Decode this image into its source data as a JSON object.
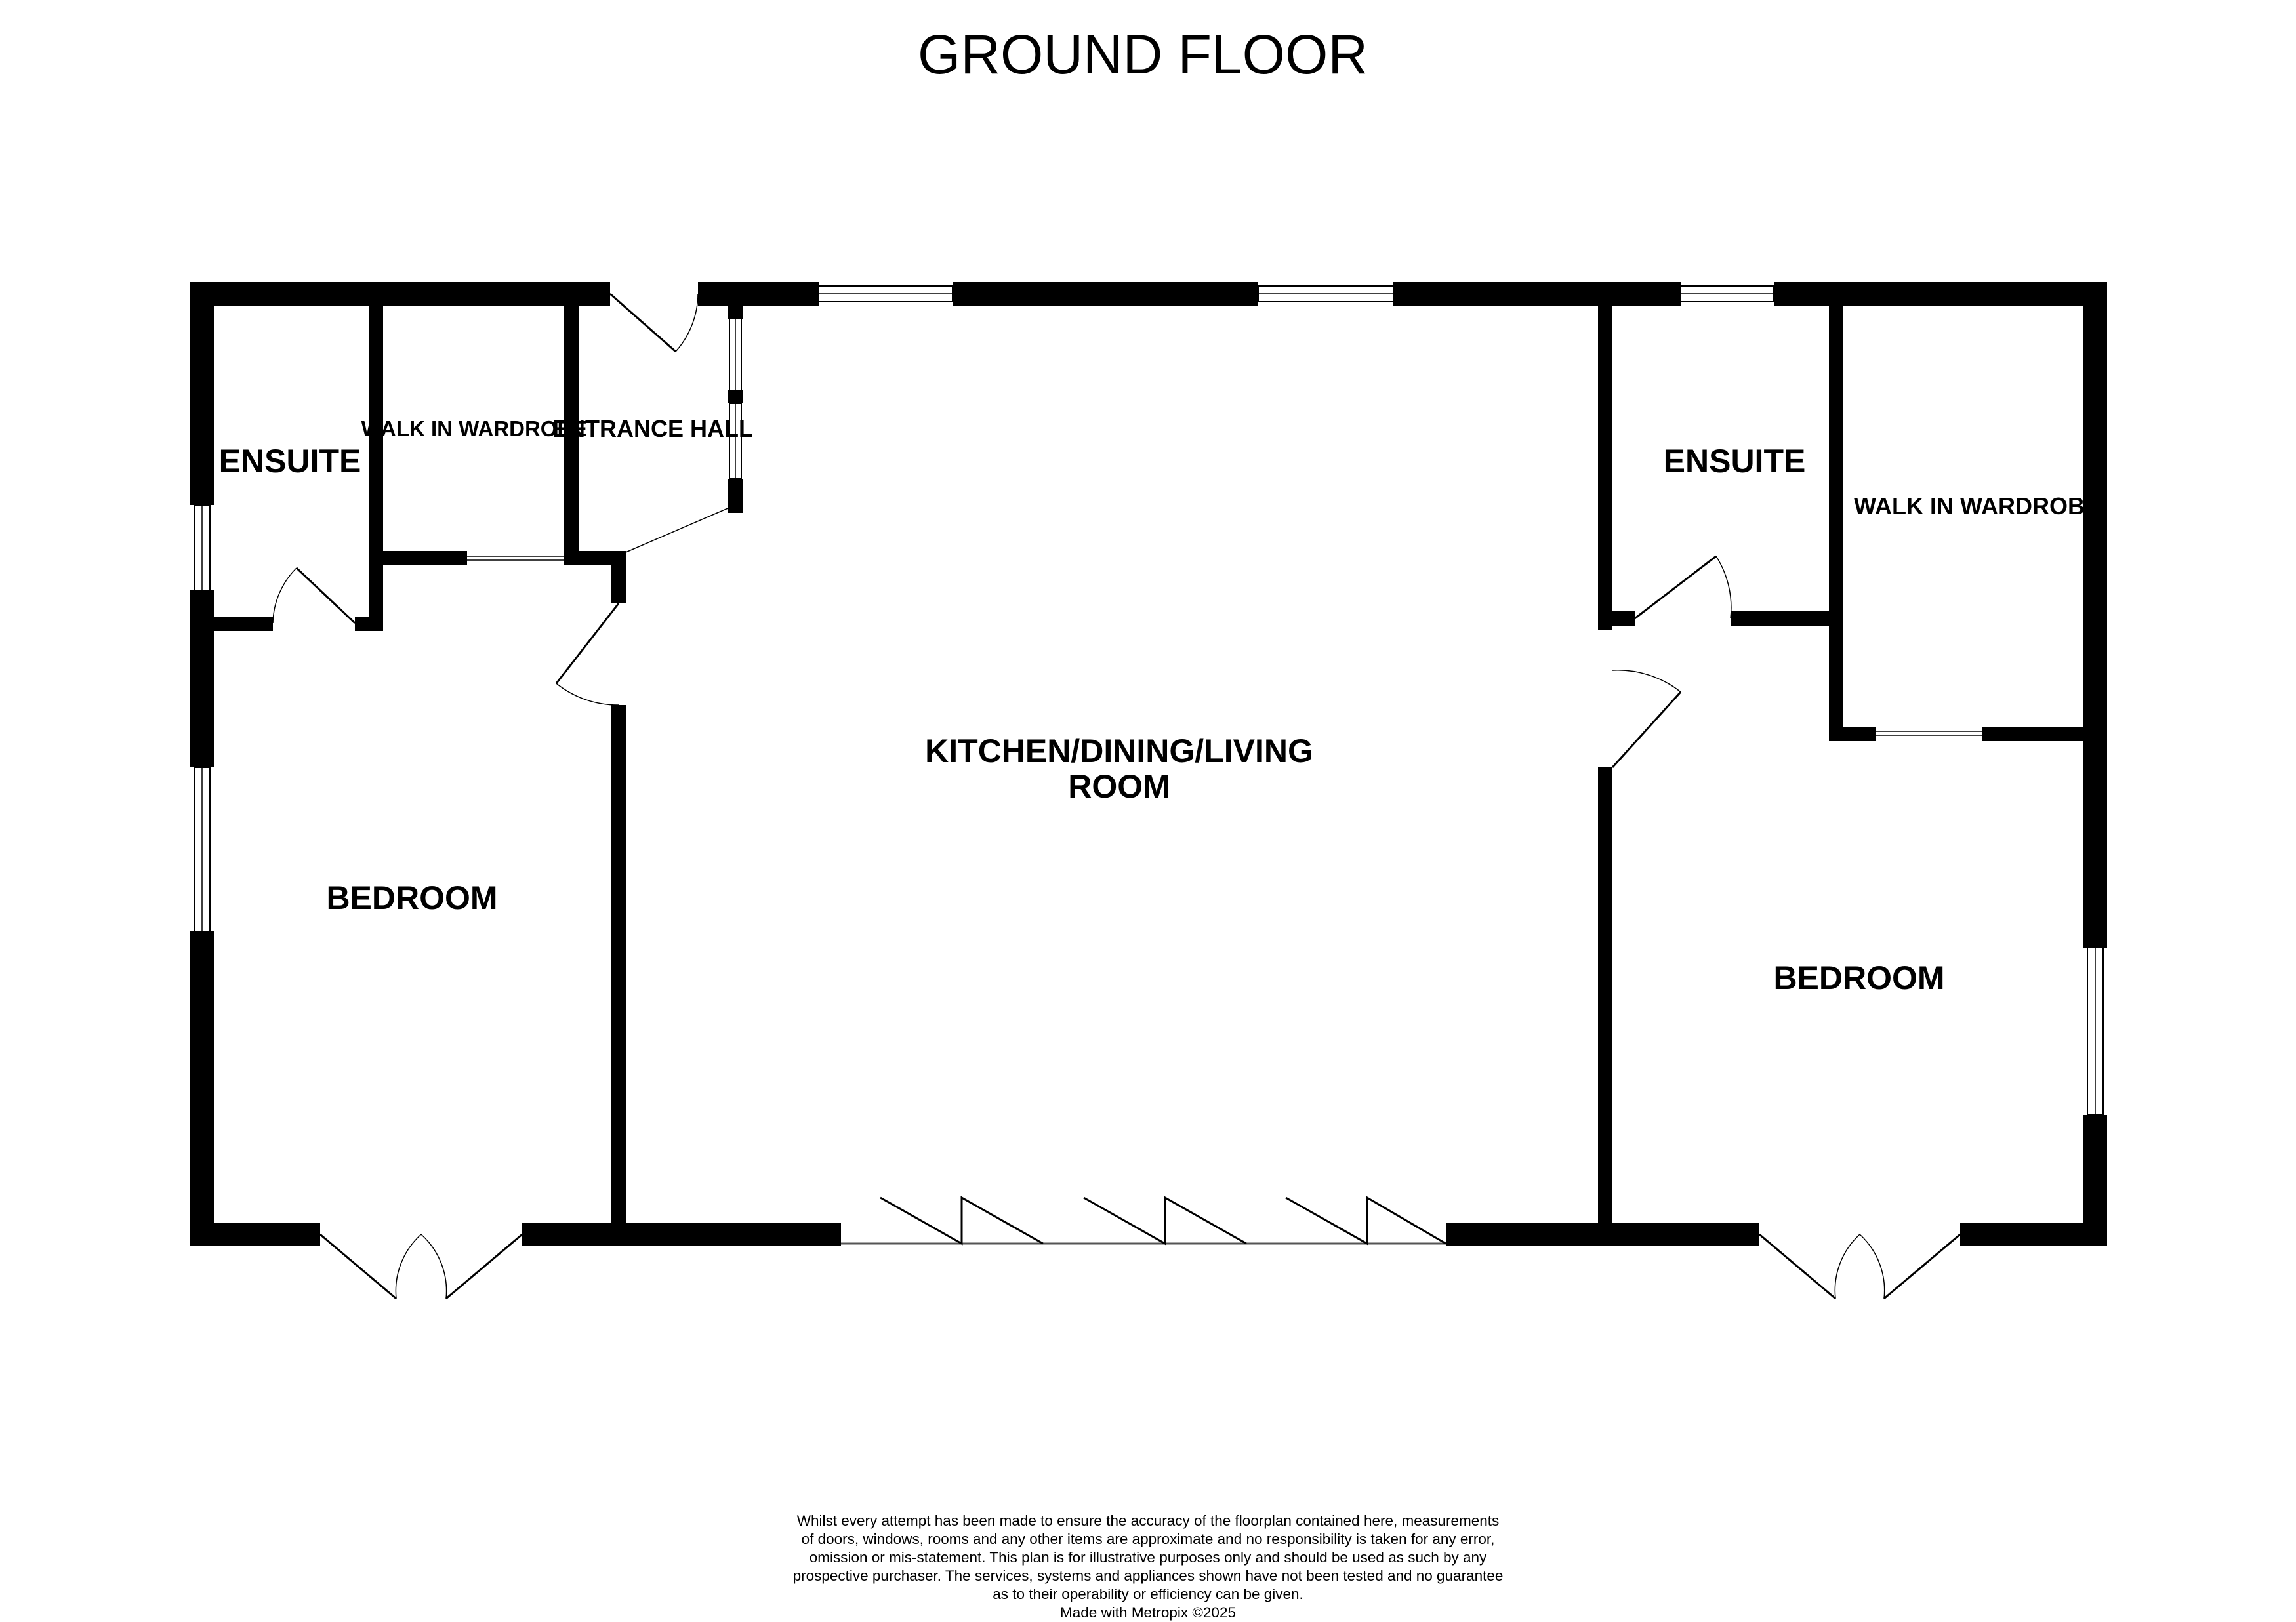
{
  "title": "GROUND FLOOR",
  "rooms": {
    "left_ensuite": "ENSUITE",
    "left_wardrobe": "WALK IN WARDROBE",
    "entrance_hall": "ENTRANCE HALL",
    "kitchen_line1": "KITCHEN/DINING/LIVING",
    "kitchen_line2": "ROOM",
    "left_bedroom": "BEDROOM",
    "right_ensuite": "ENSUITE",
    "right_wardrobe": "WALK IN WARDROBE",
    "right_bedroom": "BEDROOM"
  },
  "disclaimer": {
    "line1": "Whilst every attempt has been made to ensure the accuracy of the floorplan contained here, measurements",
    "line2": "of doors, windows, rooms and any other items are approximate and no responsibility is taken for any error,",
    "line3": "omission or mis-statement. This plan is for illustrative purposes only and should be used as such by any",
    "line4": "prospective purchaser. The services, systems and appliances shown have not been tested and no guarantee",
    "line5": "as to their operability or efficiency can be given.",
    "line6": "Made with Metropix ©2025"
  }
}
